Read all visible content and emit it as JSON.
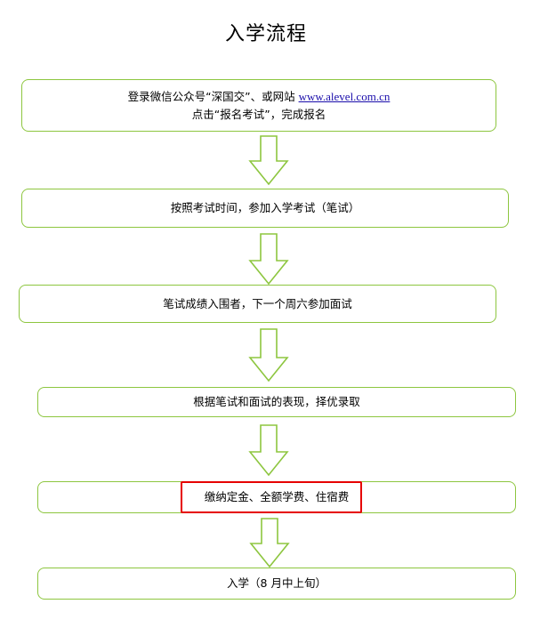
{
  "title": "入学流程",
  "steps": [
    {
      "line1_prefix": "登录微信公众号“深国交”、或网站 ",
      "link": "www.alevel.com.cn",
      "line2": "点击“报名考试”，完成报名"
    },
    {
      "text": "按照考试时间，参加入学考试（笔试）"
    },
    {
      "text": "笔试成绩入围者，下一个周六参加面试"
    },
    {
      "text": "根据笔试和面试的表现，择优录取"
    },
    {
      "text": "缴纳定金、全额学费、住宿费",
      "highlighted": true
    },
    {
      "text": "入学（8 月中上旬）"
    }
  ],
  "colors": {
    "box_border": "#8dc63f",
    "arrow": "#8dc63f",
    "highlight": "#e60000",
    "link": "#1a0dab"
  },
  "connector_icon": "down-arrow-icon"
}
